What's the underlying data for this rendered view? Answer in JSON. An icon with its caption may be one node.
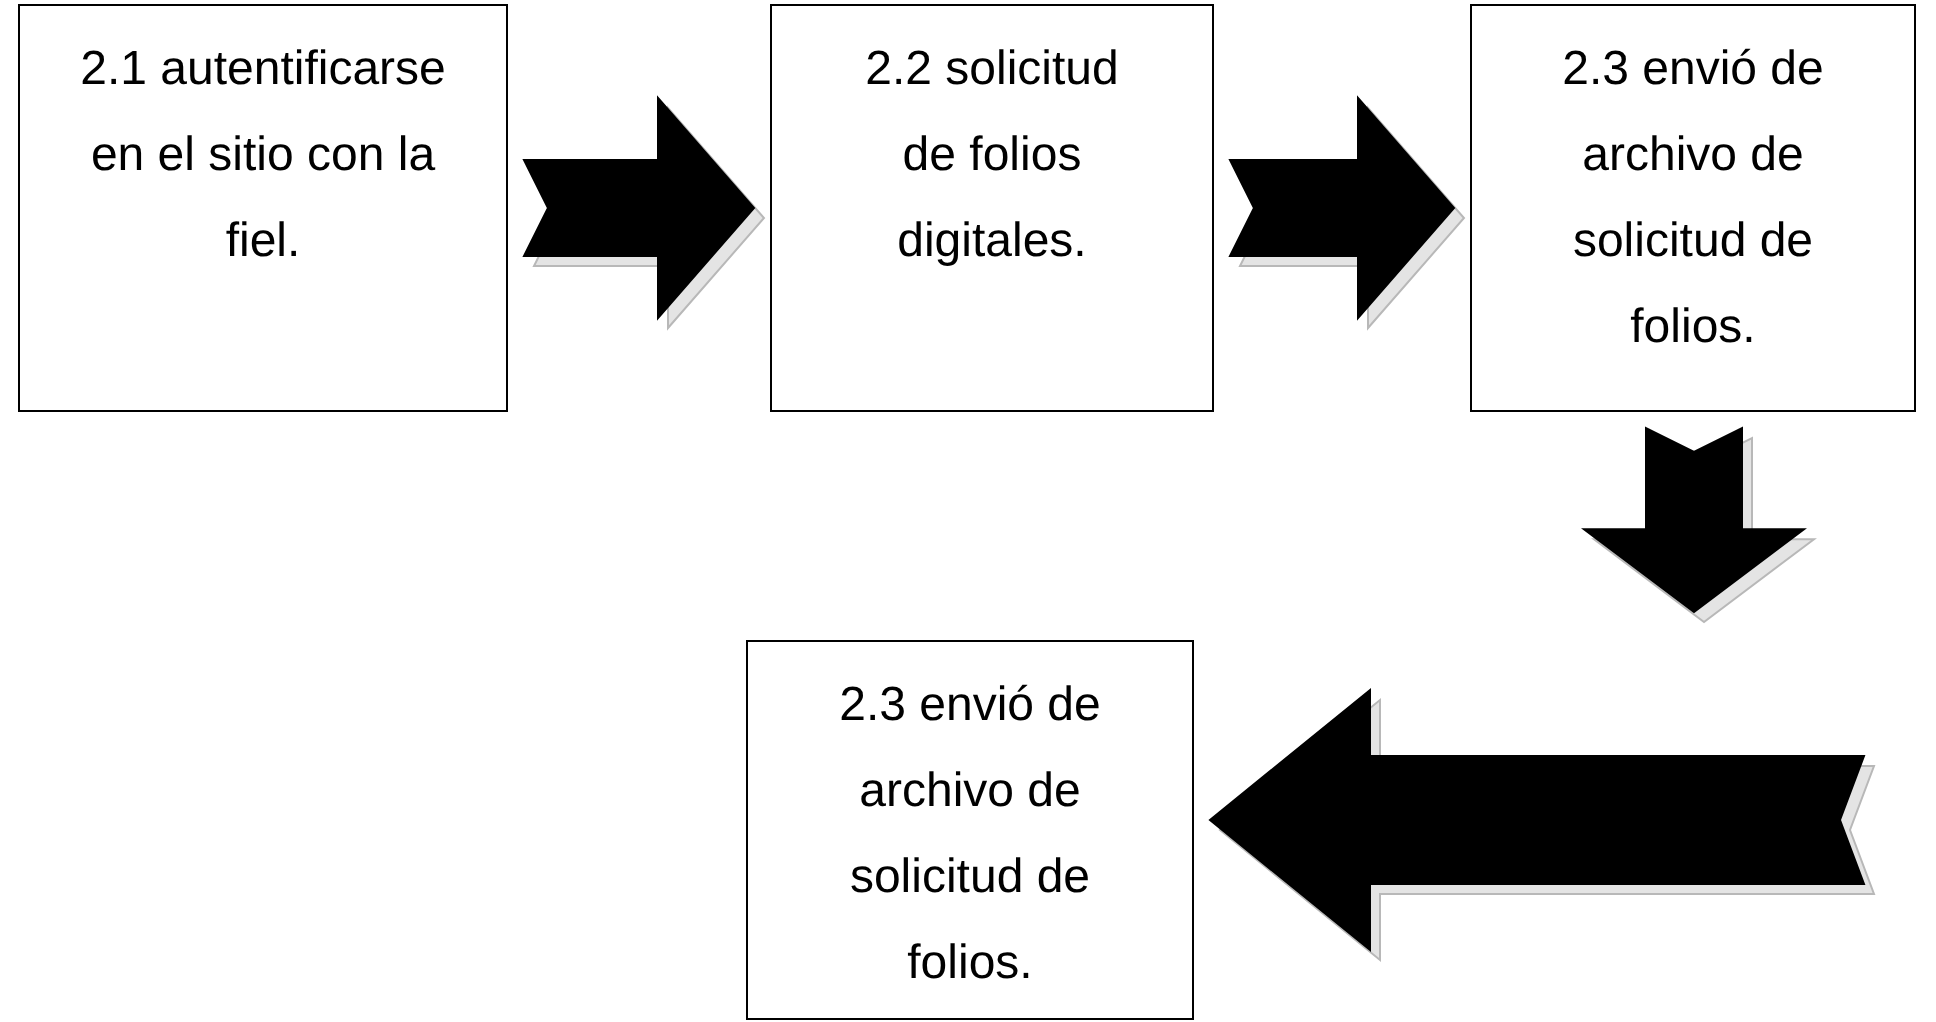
{
  "diagram": {
    "nodes": [
      {
        "text": [
          "2.1 autentificarse en el sitio con la fiel."
        ]
      },
      {
        "text": [
          "2.2 solicitud de folios digitales."
        ]
      },
      {
        "text": [
          "2.3 envió de archivo de solicitud de folios."
        ]
      },
      {
        "text": [
          "2.3 envió de archivo de solicitud de folios."
        ]
      }
    ],
    "edges": [
      {
        "from": 0,
        "to": 1,
        "arrow": "to"
      },
      {
        "from": 1,
        "to": 2,
        "arrow": "to"
      },
      {
        "from": 2,
        "to": null,
        "arrow": "to"
      },
      {
        "from": null,
        "to": 3,
        "arrow": "to"
      }
    ]
  }
}
